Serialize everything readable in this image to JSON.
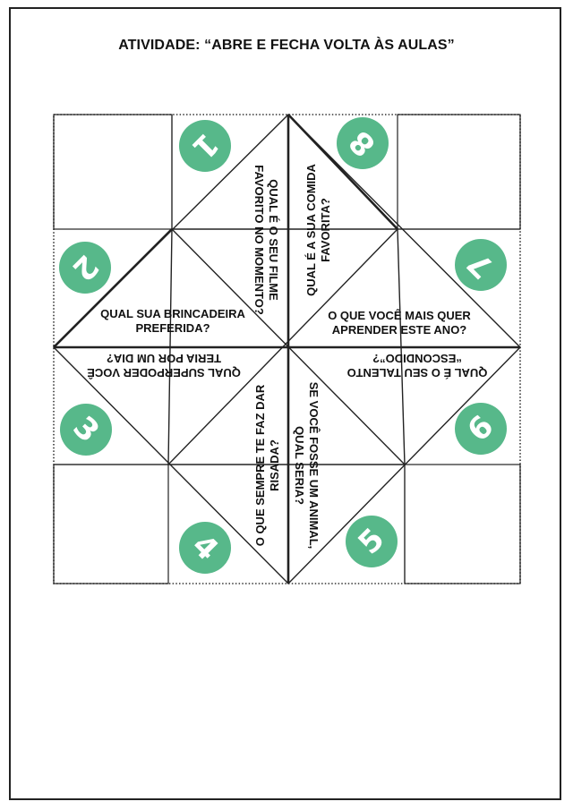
{
  "title": "ATIVIDADE: “ABRE E FECHA VOLTA ÀS AULAS”",
  "numbers": [
    "1",
    "2",
    "3",
    "4",
    "5",
    "6",
    "7",
    "8"
  ],
  "accent_color": "#57b88a",
  "questions": {
    "q1": {
      "line1": "QUAL É O SEU FILME",
      "line2": "FAVORITO NO MOMENTO?"
    },
    "q2": {
      "line1": "QUAL SUA BRINCADEIRA",
      "line2": "PREFERIDA?"
    },
    "q3": {
      "line1": "QUAL SUPERPODER VOCÊ",
      "line2": "TERIA POR UM DIA?"
    },
    "q4": {
      "line1": "O QUE SEMPRE TE FAZ DAR",
      "line2": "RISADA?"
    },
    "q5": {
      "line1": "SE VOCÊ FOSSE UM ANIMAL,",
      "line2": "QUAL SERIA?"
    },
    "q6": {
      "line1": "QUAL É O SEU TALENTO",
      "line2": "“ESCONDIDO”?"
    },
    "q7": {
      "line1": "O QUE VOCÊ MAIS QUER",
      "line2": "APRENDER  ESTE ANO?"
    },
    "q8": {
      "line1": "QUAL É A SUA COMIDA",
      "line2": "FAVORITA?"
    }
  }
}
